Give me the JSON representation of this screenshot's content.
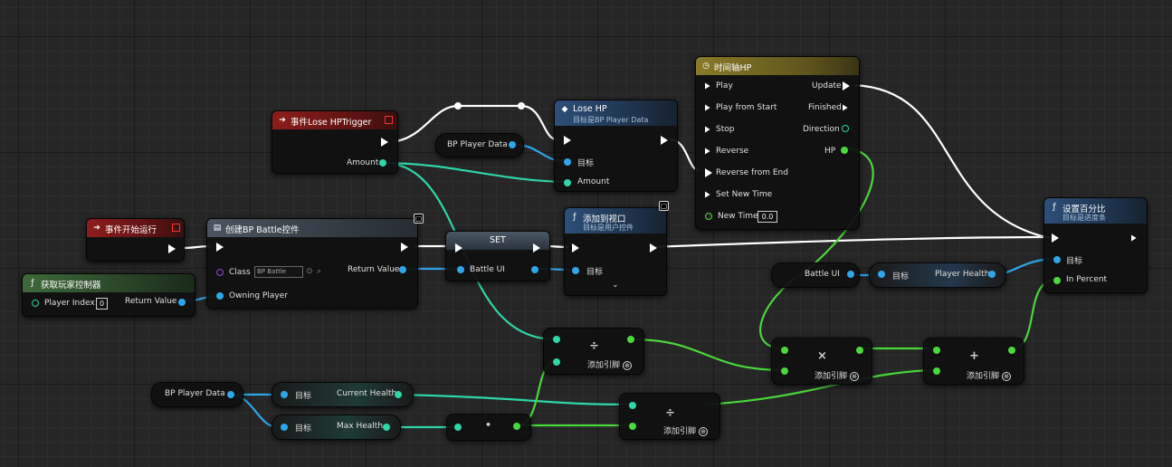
{
  "event_lose_hp": {
    "title": "事件Lose HPTrigger",
    "amount": "Amount"
  },
  "event_begin": {
    "title": "事件开始运行"
  },
  "get_controller": {
    "title": "获取玩家控制器",
    "player_index": "Player Index",
    "player_index_value": "0",
    "return_value": "Return Value"
  },
  "create_widget": {
    "title": "创建BP Battle控件",
    "class": "Class",
    "class_value": "BP Battle",
    "return_value": "Return Value",
    "owning_player": "Owning Player"
  },
  "set_node": {
    "title": "SET",
    "var": "Battle UI"
  },
  "add_viewport": {
    "title": "添加到视口",
    "subtitle": "目标是用户控件",
    "target": "目标"
  },
  "lose_hp": {
    "title": "Lose HP",
    "subtitle": "目标是BP Player Data",
    "target": "目标",
    "amount": "Amount"
  },
  "bp_player_data_1": {
    "label": "BP Player Data"
  },
  "bp_player_data_2": {
    "label": "BP Player Data"
  },
  "timeline": {
    "title": "时间轴HP",
    "play": "Play",
    "play_from_start": "Play from Start",
    "stop": "Stop",
    "reverse": "Reverse",
    "reverse_from_end": "Reverse from End",
    "set_new_time": "Set New Time",
    "new_time": "New Time",
    "new_time_value": "0.0",
    "update": "Update",
    "finished": "Finished",
    "direction": "Direction",
    "hp": "HP"
  },
  "set_percent": {
    "title": "设置百分比",
    "subtitle": "目标是进度条",
    "target": "目标",
    "in_percent": "In Percent"
  },
  "battle_ui_var": {
    "label": "Battle UI"
  },
  "player_health": {
    "target": "目标",
    "label": "Player Health"
  },
  "current_health": {
    "target": "目标",
    "label": "Current Health"
  },
  "max_health": {
    "target": "目标",
    "label": "Max Health"
  },
  "ops": {
    "divide": "÷",
    "multiply": "×",
    "add": "+",
    "dot": "•",
    "add_pin": "添加引脚",
    "add_pin_icon": "⊕"
  },
  "colors": {
    "exec": "#ffffff",
    "object": "#2ea6e8",
    "int": "#2ed6a8",
    "float": "#49d93a",
    "event_header": "#8e1d1d",
    "function_header": "#2d4f7a",
    "timeline_header": "#8a7a2a"
  }
}
